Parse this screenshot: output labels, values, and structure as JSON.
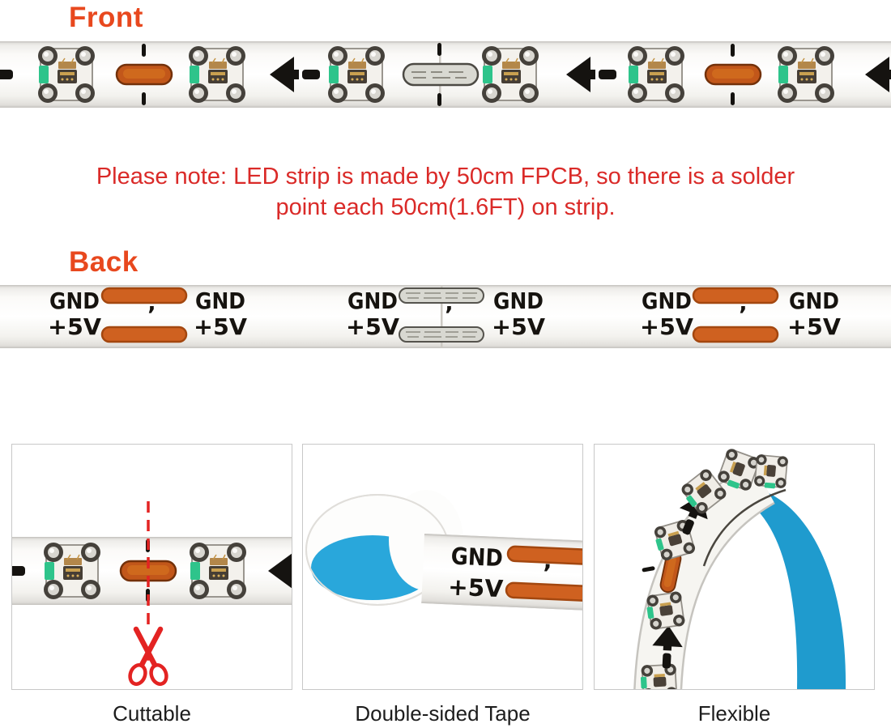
{
  "product_labels": {
    "front_heading": "Front",
    "back_heading": "Back"
  },
  "note": {
    "line1": "Please note: LED strip is made by 50cm FPCB, so there is a solder",
    "line2": "point each 50cm(1.6FT) on strip."
  },
  "strip": {
    "gnd_label": "GND",
    "plus5v_label": "+5V",
    "tick_mark": "’"
  },
  "features": [
    {
      "caption": "Cuttable"
    },
    {
      "caption": "Double-sided Tape"
    },
    {
      "caption": "Flexible"
    }
  ],
  "colors": {
    "heading_orange": "#e8481e",
    "note_red": "#da2a28",
    "cut_pad_orange": "#c2571a",
    "back_pad_orange": "#cf6120",
    "solder_silver": "#d9d9d2",
    "tape_blue": "#29a7db",
    "accent_red": "#e32322",
    "led_green_marker": "#2ec48b",
    "box_border_gray": "#c8c8c8"
  },
  "icons": {
    "scissors": "✂",
    "direction_arrow": "←",
    "cut_line": "┄"
  }
}
